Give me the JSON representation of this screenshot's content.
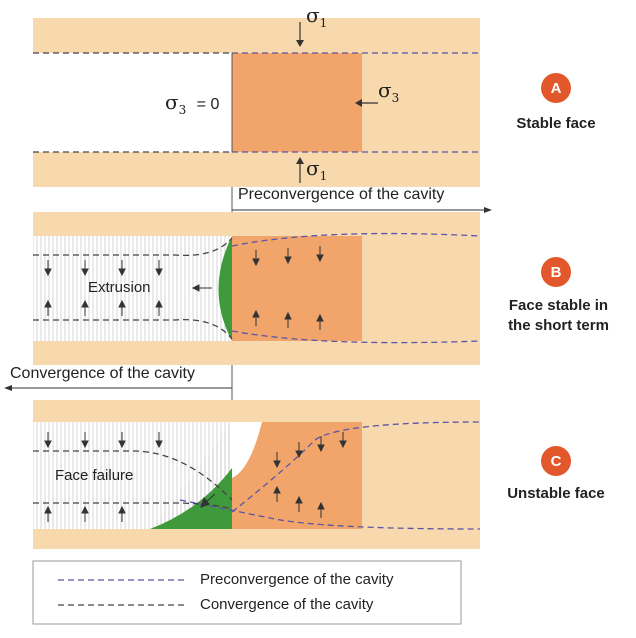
{
  "stress_labels": {
    "sigma1_top": "σ",
    "sigma1_top_sub": "1",
    "sigma3_left": "σ",
    "sigma3_left_sub": "3",
    "sigma3_left_eq": "= 0",
    "sigma3_right": "σ",
    "sigma3_right_sub": "3",
    "sigma1_bottom": "σ",
    "sigma1_bottom_sub": "1"
  },
  "cases": [
    {
      "letter": "A",
      "label_line1": "Stable face",
      "label_line2": ""
    },
    {
      "letter": "B",
      "label_line1": "Face stable in",
      "label_line2": "the short term"
    },
    {
      "letter": "C",
      "label_line1": "Unstable face",
      "label_line2": ""
    }
  ],
  "annotations": {
    "preconvergence_arrow": "Preconvergence of the cavity",
    "convergence_arrow": "Convergence of the cavity",
    "extrusion": "Extrusion",
    "face_failure": "Face failure"
  },
  "legend": {
    "preconvergence": "Preconvergence of the cavity",
    "convergence": "Convergence of the cavity"
  },
  "colors": {
    "ground": "#f7d9ad",
    "core_zone": "#f2a56a",
    "face_green": "#3e9a3a",
    "preconvergence_line": "#5a55a8",
    "convergence_line": "#444444",
    "badge": "#e2582c"
  }
}
